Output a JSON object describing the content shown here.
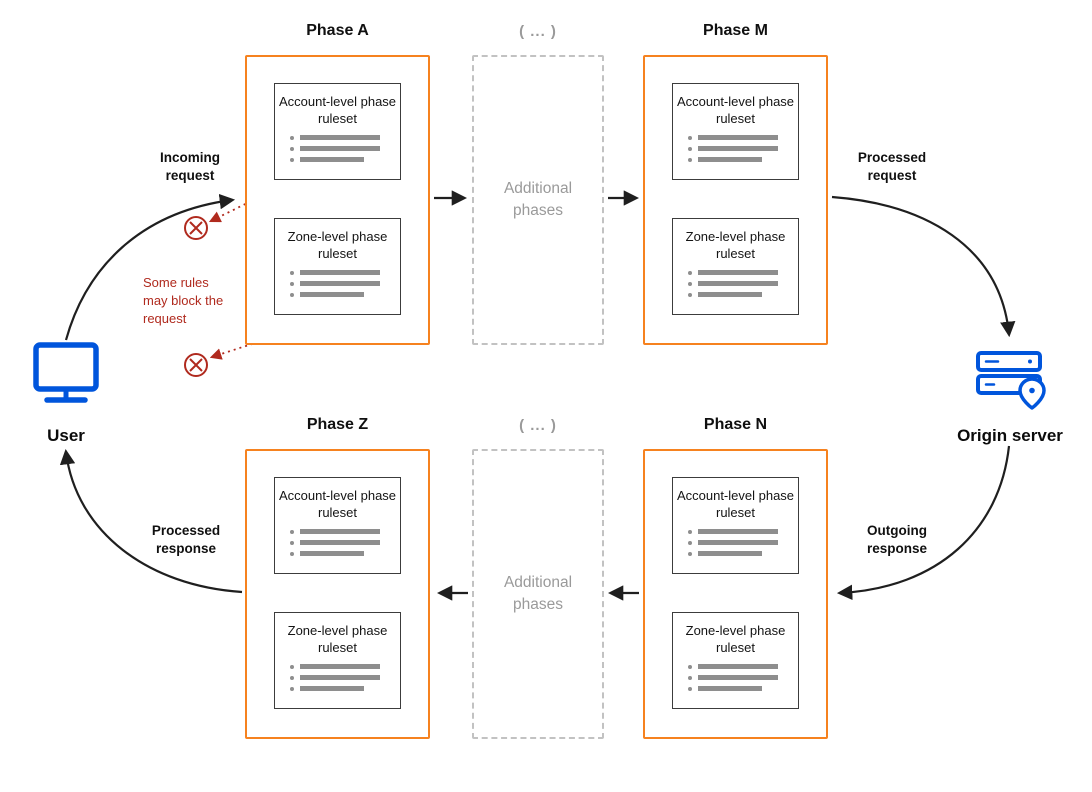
{
  "colors": {
    "phase_border_orange": "#f6821f",
    "node_icon_blue": "#0055dc",
    "block_red": "#b02a1e",
    "muted_gray": "#9a9a9a",
    "arrow_black": "#1f1f1f"
  },
  "nodes": {
    "user": {
      "label": "User"
    },
    "origin": {
      "label": "Origin server"
    }
  },
  "phases": {
    "a": {
      "title": "Phase A"
    },
    "m": {
      "title": "Phase M"
    },
    "z": {
      "title": "Phase Z"
    },
    "n": {
      "title": "Phase N"
    }
  },
  "additional": {
    "title": "( ... )",
    "label": "Additional phases"
  },
  "rulesets": {
    "account": "Account-level phase ruleset",
    "zone": "Zone-level phase ruleset"
  },
  "labels": {
    "incoming": "Incoming request",
    "processed_request": "Processed request",
    "outgoing": "Outgoing response",
    "processed_response": "Processed response",
    "block_warning": "Some rules may block the request"
  }
}
